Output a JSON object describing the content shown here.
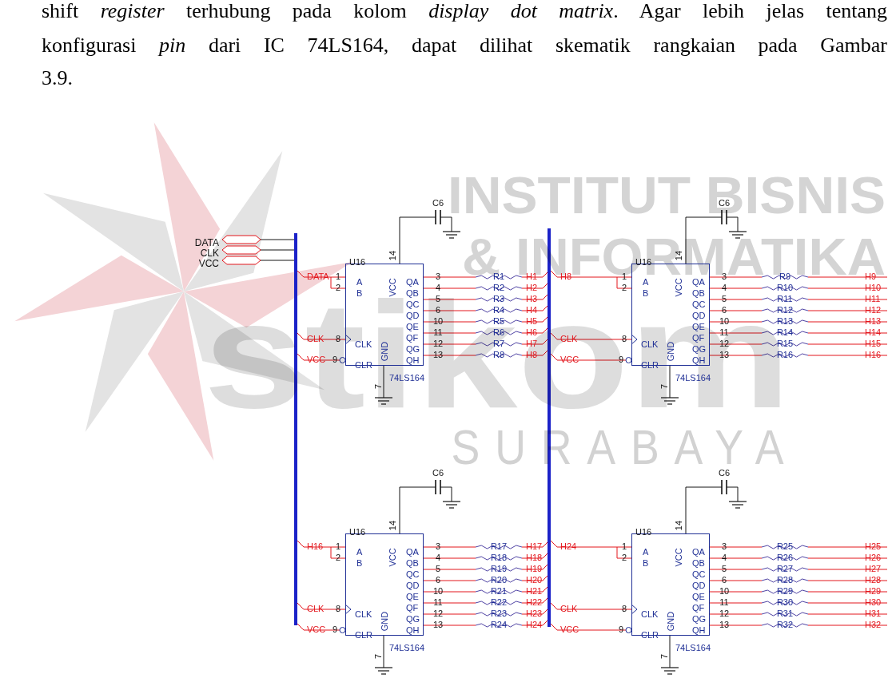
{
  "diagram": {
    "nodes": [
      {
        "text": [
          "U16",
          "A",
          "B",
          "VCC",
          "QA",
          "QB",
          "QC",
          "QD",
          "QE",
          "QF",
          "QG",
          "QH",
          "CLK",
          "CLR",
          "GND",
          "74LS164"
        ]
      },
      {
        "text": [
          "U16",
          "A",
          "B",
          "VCC",
          "QA",
          "QB",
          "QC",
          "QD",
          "QE",
          "QF",
          "QG",
          "QH",
          "CLK",
          "CLR",
          "GND",
          "74LS164"
        ]
      },
      {
        "text": [
          "U16",
          "A",
          "B",
          "VCC",
          "QA",
          "QB",
          "QC",
          "QD",
          "QE",
          "QF",
          "QG",
          "QH",
          "CLK",
          "CLR",
          "GND",
          "74LS164"
        ]
      },
      {
        "text": [
          "U16",
          "A",
          "B",
          "VCC",
          "QA",
          "QB",
          "QC",
          "QD",
          "QE",
          "QF",
          "QG",
          "QH",
          "CLK",
          "CLR",
          "GND",
          "74LS164"
        ]
      }
    ],
    "labels": [
      "shift",
      "register",
      "terhubung pada kolom",
      "display dot matrix",
      ". Agar lebih jelas tentang",
      "konfigurasi",
      "pin",
      "dari IC 74LS164, dapat dilihat skematik rangkaian pada Gambar",
      "3.9.",
      "INSTITUT BISNIS",
      "& INFORMATIKA",
      "stikom",
      "SURABAYA",
      "DATA",
      "CLK",
      "VCC",
      "C6",
      "14",
      "7",
      "DATA",
      "1",
      "2",
      "CLK",
      "8",
      "VCC",
      "9",
      "3",
      "R1",
      "H1",
      "4",
      "R2",
      "H2",
      "5",
      "R3",
      "H3",
      "6",
      "R4",
      "H4",
      "10",
      "R5",
      "H5",
      "11",
      "R6",
      "H6",
      "12",
      "R7",
      "H7",
      "13",
      "R8",
      "H8",
      "C6",
      "14",
      "7",
      "H8",
      "1",
      "2",
      "CLK",
      "8",
      "VCC",
      "9",
      "3",
      "R9",
      "H9",
      "4",
      "R10",
      "H10",
      "5",
      "R11",
      "H11",
      "6",
      "R12",
      "H12",
      "10",
      "R13",
      "H13",
      "11",
      "R14",
      "H14",
      "12",
      "R15",
      "H15",
      "13",
      "R16",
      "H16",
      "C6",
      "14",
      "7",
      "H16",
      "1",
      "2",
      "CLK",
      "8",
      "VCC",
      "9",
      "3",
      "R17",
      "H17",
      "4",
      "R18",
      "H18",
      "5",
      "R19",
      "H19",
      "6",
      "R20",
      "H20",
      "10",
      "R21",
      "H21",
      "11",
      "R22",
      "H22",
      "12",
      "R23",
      "H23",
      "13",
      "R24",
      "H24",
      "C6",
      "14",
      "7",
      "H24",
      "1",
      "2",
      "CLK",
      "8",
      "VCC",
      "9",
      "3",
      "R25",
      "H25",
      "4",
      "R26",
      "H26",
      "5",
      "R27",
      "H27",
      "6",
      "R28",
      "H28",
      "10",
      "R29",
      "H29",
      "11",
      "R30",
      "H30",
      "12",
      "R31",
      "H31",
      "13",
      "R32",
      "H32"
    ]
  }
}
